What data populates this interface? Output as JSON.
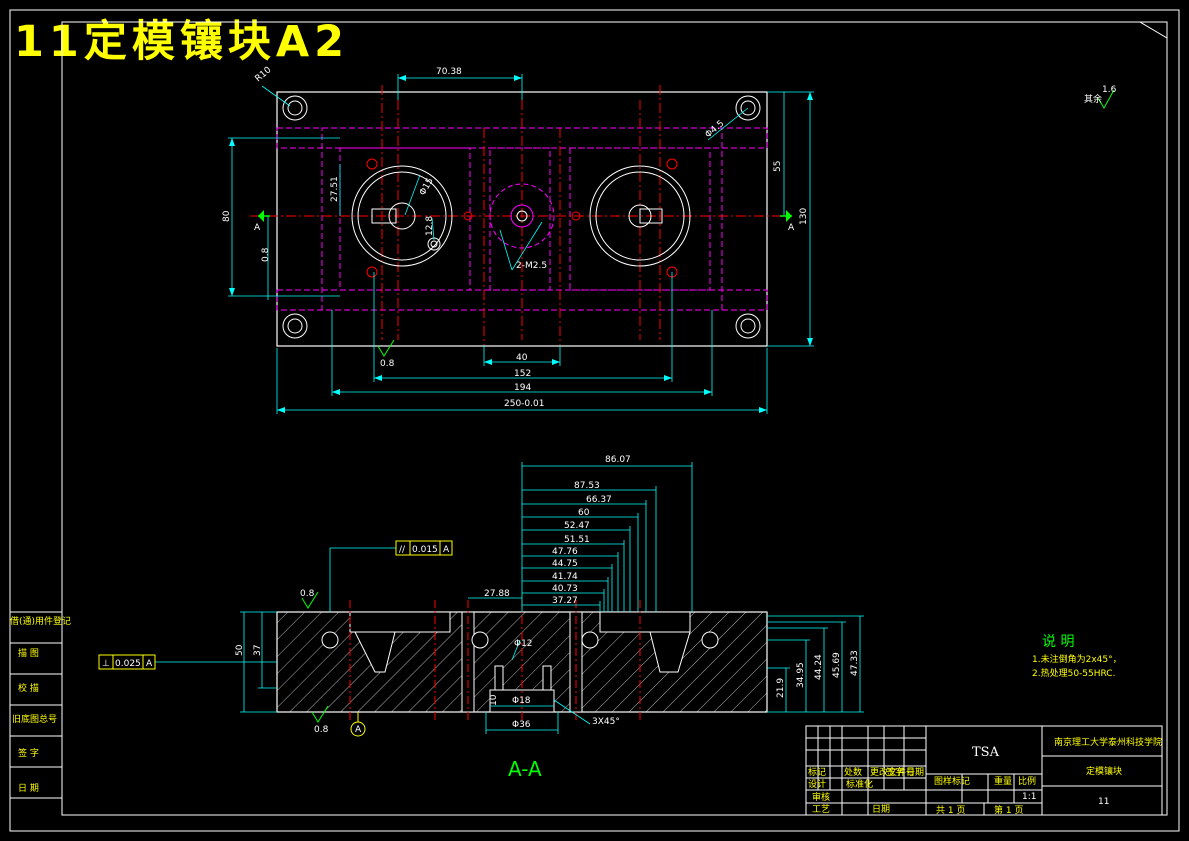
{
  "title": "11定模镶块A2",
  "top_view": {
    "dims": {
      "d70_38": "70.38",
      "r10": "R10",
      "phi4_5": "Φ4.5",
      "d55": "55",
      "d130": "130",
      "d80": "80",
      "d27_51": "27.51",
      "phi15": "Φ15",
      "d12_8": "12.8",
      "m2_5": "2-M2.5",
      "d40": "40",
      "d152": "152",
      "d194": "194",
      "d250": "250-0.01",
      "rough_08a": "0.8",
      "rough_08b": "0.8",
      "rough_16": "1.6",
      "rough_rest": "其余",
      "mark_a1": "A",
      "mark_a2": "A"
    }
  },
  "section_view": {
    "label": "A-A",
    "dims": {
      "h86_07": "86.07",
      "h87_53": "87.53",
      "h66_37": "66.37",
      "h60": "60",
      "h52_47": "52.47",
      "h51_51": "51.51",
      "h47_76": "47.76",
      "h44_75": "44.75",
      "h41_74": "41.74",
      "h40_73": "40.73",
      "h37_27": "37.27",
      "h27_88": "27.88",
      "v50": "50",
      "v37": "37",
      "v21_9": "21.9",
      "v34_95": "34.95",
      "v44_24": "44.24",
      "v45_69": "45.69",
      "v47_33": "47.33",
      "phi12": "Φ12",
      "phi18": "Φ18",
      "phi36": "Φ36",
      "d10": "10",
      "chamfer": "3X45°",
      "rough_a": "0.8",
      "rough_b": "0.8",
      "datum": "A",
      "tol_parallel_sym": "//",
      "tol_parallel_val": "0.015",
      "tol_parallel_ref": "A",
      "tol_perp_sym": "⊥",
      "tol_perp_val": "0.025",
      "tol_perp_ref": "A"
    }
  },
  "notes": {
    "heading": "说  明",
    "line1": "1.未注倒角为2x45°，",
    "line2": "2.热处理50-55HRC."
  },
  "left_table": {
    "rows": [
      "借(通)用件登记",
      "描  图",
      "校  描",
      "旧底图总号",
      "签  字",
      "日  期"
    ]
  },
  "title_block": {
    "code": "TSA",
    "school": "南京理工大学泰州科技学院",
    "part_name": "定模镶块",
    "drawing_no": "11",
    "scale": "1:1",
    "col_stage": "图样标记",
    "col_weight": "重量",
    "col_scale": "比例",
    "sheet_total": "共 1 页",
    "sheet_no": "第 1 页",
    "r1": [
      "标记",
      "处数",
      "更改文件号",
      "签字",
      "日期"
    ],
    "r2": [
      "设计",
      "",
      "标准化",
      "",
      ""
    ],
    "r3": [
      "审核",
      ""
    ],
    "r4": [
      "工艺",
      "",
      "日期"
    ]
  }
}
